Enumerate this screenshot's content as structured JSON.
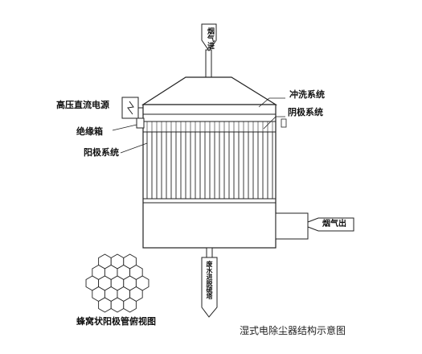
{
  "labels": {
    "gas_inlet": "烟气进",
    "power_supply": "高压直流电源",
    "flush_system": "冲洗系统",
    "cathode_system": "阴极系统",
    "insulation_box": "绝缘箱",
    "anode_system": "阳极系统",
    "gas_outlet": "烟气出",
    "waste_water": "废水进脱硫塔",
    "honeycomb_caption": "蜂窝状阳极管俯视图"
  },
  "diagram_title": "湿式电除尘器结构示意图",
  "colors": {
    "line": "#222222",
    "flush_line": "#2fa7c9",
    "background": "#ffffff"
  }
}
